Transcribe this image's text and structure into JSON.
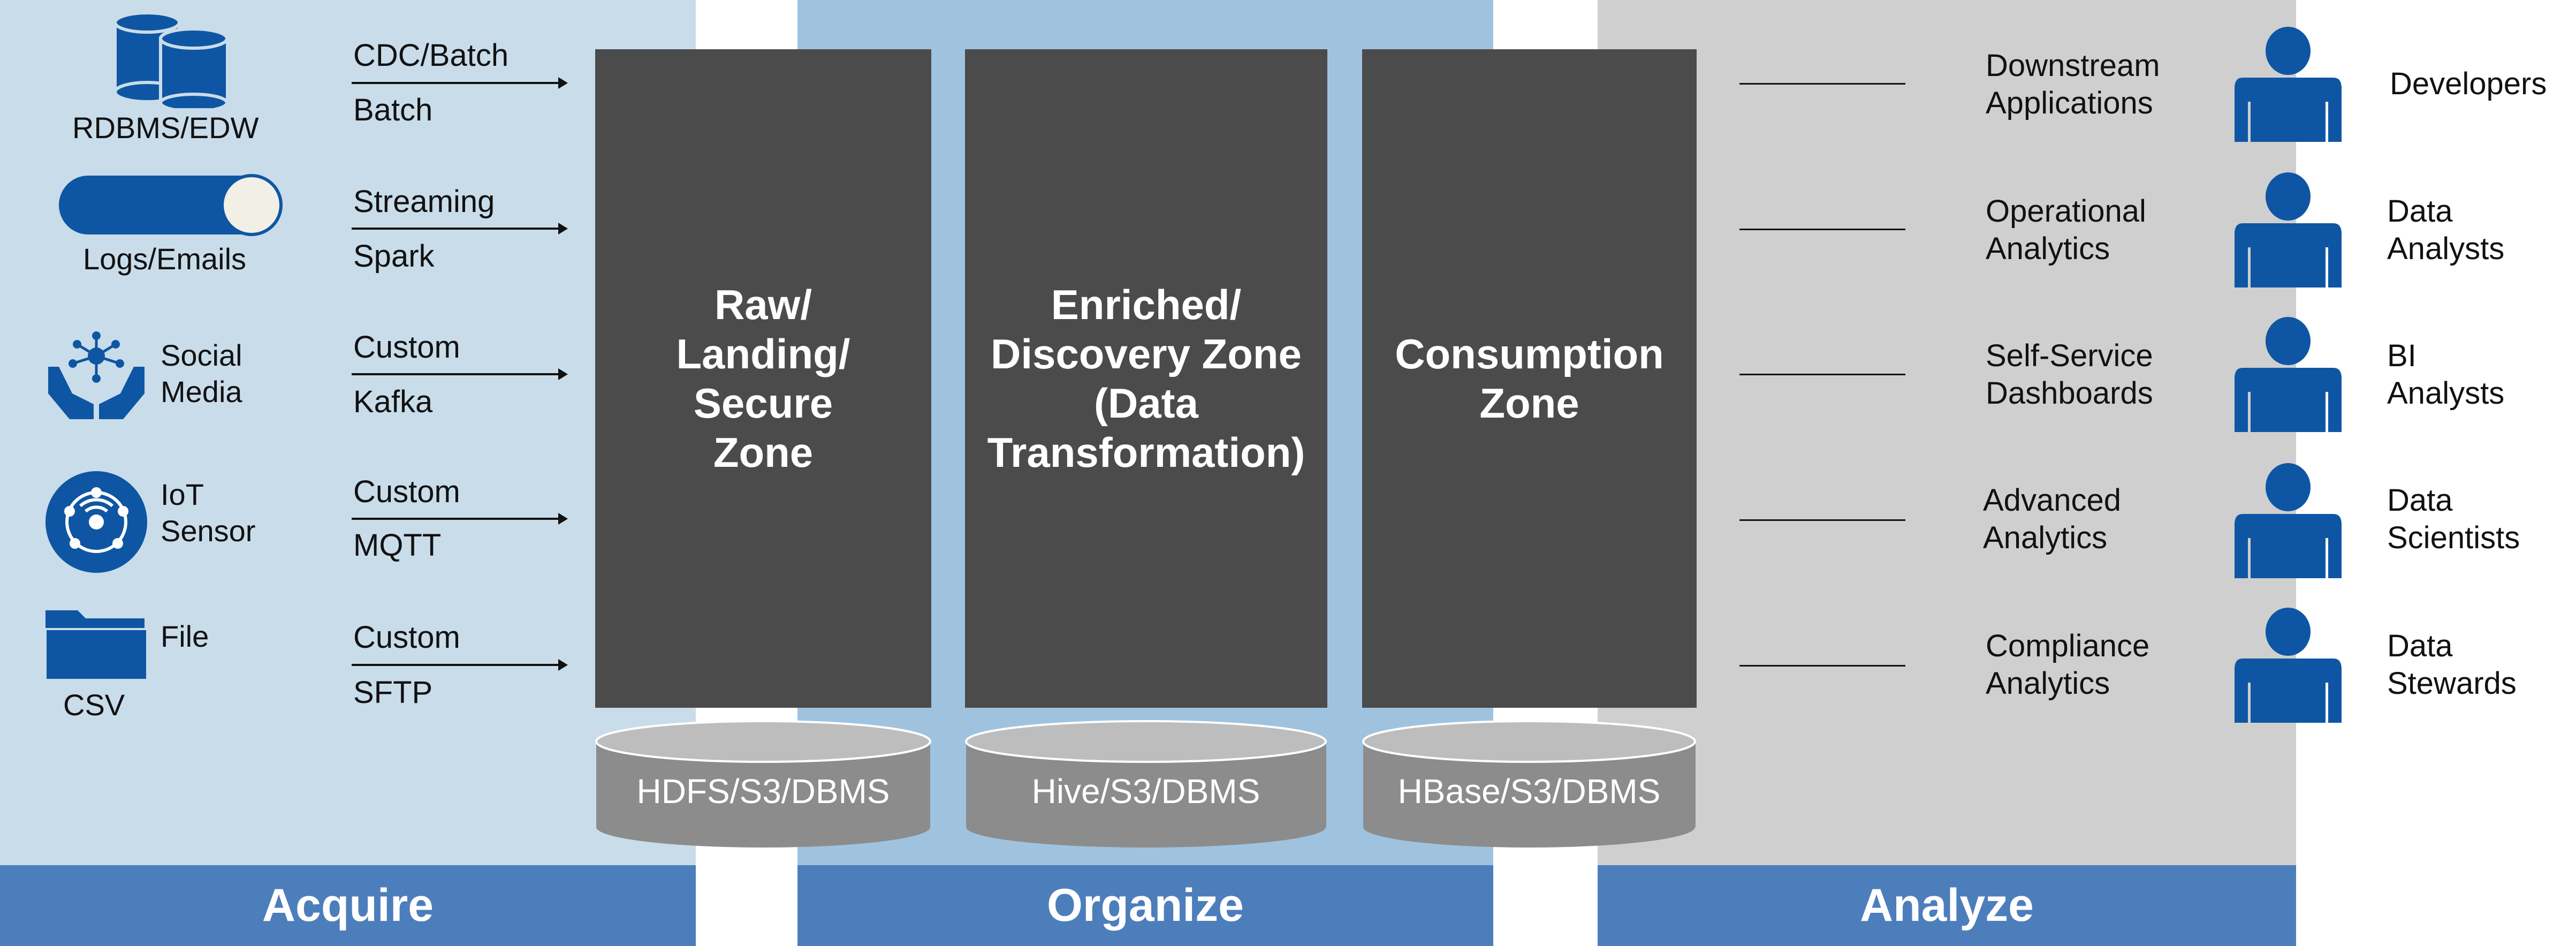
{
  "colors": {
    "acquire_bg": "#c9dcea",
    "organize_bg": "#9fc3df",
    "analyze_bg": "#cfcfcf",
    "band": "#4d7ebc",
    "zone": "#4b4b4b",
    "icon": "#0e56a3",
    "storage": "#8c8c8c"
  },
  "stages": {
    "acquire": "Acquire",
    "organize": "Organize",
    "analyze": "Analyze"
  },
  "sources": [
    {
      "icon": "database-icon",
      "label": "RDBMS/EDW",
      "proto_top": "CDC/Batch",
      "proto_bottom": "Batch"
    },
    {
      "icon": "log-cylinder-icon",
      "label": "Logs/Emails",
      "proto_top": "Streaming",
      "proto_bottom": "Spark"
    },
    {
      "icon": "social-hands-icon",
      "label": "Social Media",
      "proto_top": "Custom",
      "proto_bottom": "Kafka"
    },
    {
      "icon": "iot-sensor-icon",
      "label": "IoT Sensor",
      "proto_top": "Custom",
      "proto_bottom": "MQTT"
    },
    {
      "icon": "folder-icon",
      "label": "File",
      "sublabel": "CSV",
      "proto_top": "Custom",
      "proto_bottom": "SFTP"
    }
  ],
  "zones": [
    {
      "title": "Raw/\nLanding/\nSecure\nZone",
      "storage": "HDFS/S3/DBMS"
    },
    {
      "title": "Enriched/\nDiscovery Zone\n(Data\nTransformation)",
      "storage": "Hive/S3/DBMS"
    },
    {
      "title": "Consumption\nZone",
      "storage": "HBase/S3/DBMS"
    }
  ],
  "consumers": [
    {
      "use": "Downstream\nApplications",
      "role": "Developers"
    },
    {
      "use": "Operational\nAnalytics",
      "role": "Data\nAnalysts"
    },
    {
      "use": "Self-Service\nDashboards",
      "role": "BI\nAnalysts"
    },
    {
      "use": "Advanced\nAnalytics",
      "role": "Data\nScientists"
    },
    {
      "use": "Compliance\nAnalytics",
      "role": "Data\nStewards"
    }
  ]
}
